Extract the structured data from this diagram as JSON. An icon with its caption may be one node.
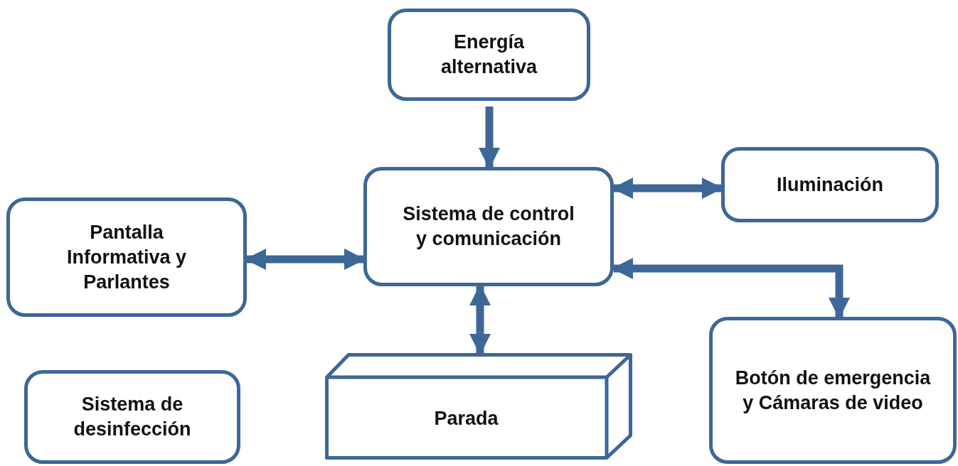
{
  "diagram": {
    "nodes": [
      {
        "text": [
          "Energía alternativa"
        ]
      },
      {
        "text": [
          "Sistema de control y comunicación"
        ]
      },
      {
        "text": [
          "Iluminación"
        ]
      },
      {
        "text": [
          "Pantalla Informativa y Parlantes"
        ]
      },
      {
        "text": [
          "Parada"
        ]
      },
      {
        "text": [
          "Botón de emergencia y Cámaras de video"
        ]
      },
      {
        "text": [
          "Sistema de desinfección"
        ]
      }
    ],
    "edges": [
      {
        "from": 0,
        "to": 1,
        "arrow": "to"
      },
      {
        "from": 1,
        "to": 2,
        "arrow": "both"
      },
      {
        "from": 3,
        "to": 1,
        "arrow": "both"
      },
      {
        "from": 1,
        "to": 4,
        "arrow": "both"
      },
      {
        "from": 1,
        "to": 5,
        "arrow": "both"
      }
    ]
  }
}
